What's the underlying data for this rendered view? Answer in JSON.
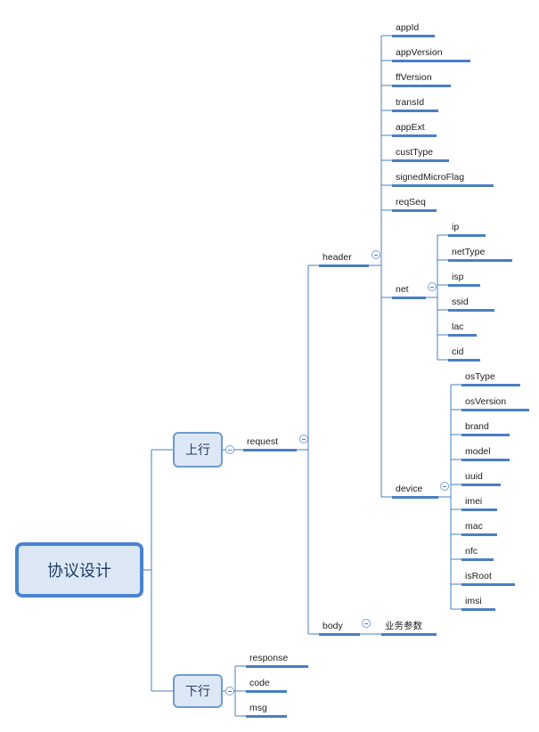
{
  "root": {
    "label": "协议设计"
  },
  "up": {
    "label": "上行",
    "request": {
      "label": "request",
      "header": {
        "label": "header",
        "fields": [
          "appId",
          "appVersion",
          "ffVersion",
          "transId",
          "appExt",
          "custType",
          "signedMicroFlag",
          "reqSeq"
        ],
        "net": {
          "label": "net",
          "fields": [
            "ip",
            "netType",
            "isp",
            "ssid",
            "lac",
            "cid"
          ]
        },
        "device": {
          "label": "device",
          "fields": [
            "osType",
            "osVersion",
            "brand",
            "model",
            "uuid",
            "imei",
            "mac",
            "nfc",
            "isRoot",
            "imsi"
          ]
        }
      },
      "body": {
        "label": "body",
        "child": "业务参数"
      }
    }
  },
  "down": {
    "label": "下行",
    "fields": [
      "response",
      "code",
      "msg"
    ]
  },
  "colors": {
    "line": "#4a7fc2",
    "box_fill": "#dce8f5",
    "box_border": "#6f9bd0",
    "root_border": "#4a84d0"
  }
}
